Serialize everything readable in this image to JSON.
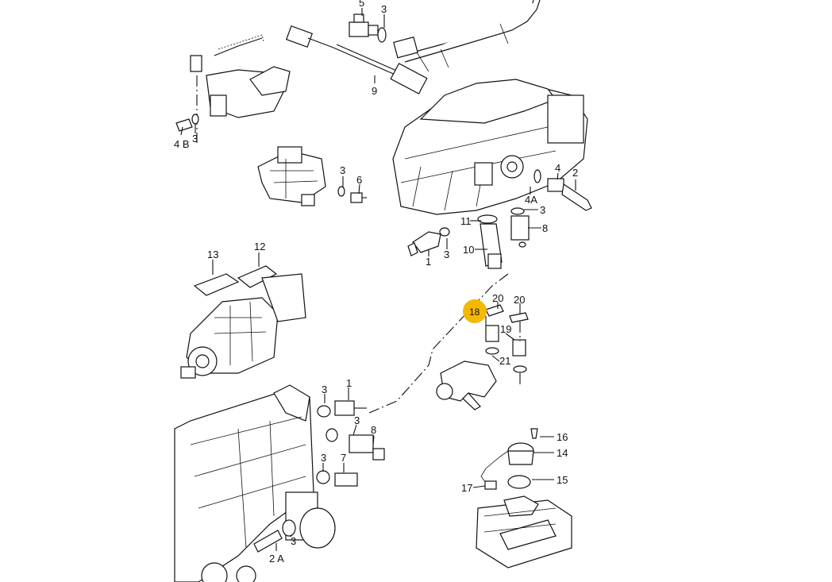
{
  "diagram": {
    "highlight_color": "#f5b800",
    "callouts": [
      "5",
      "3",
      "9",
      "4 B",
      "3",
      "3",
      "6",
      "4",
      "2",
      "4A",
      "3",
      "8",
      "11",
      "1",
      "3",
      "10",
      "13",
      "12",
      "18",
      "20",
      "20",
      "19",
      "21",
      "3",
      "1",
      "3",
      "8",
      "3",
      "7",
      "3",
      "2 A",
      "16",
      "14",
      "15",
      "17"
    ],
    "highlighted_callout": "18"
  }
}
